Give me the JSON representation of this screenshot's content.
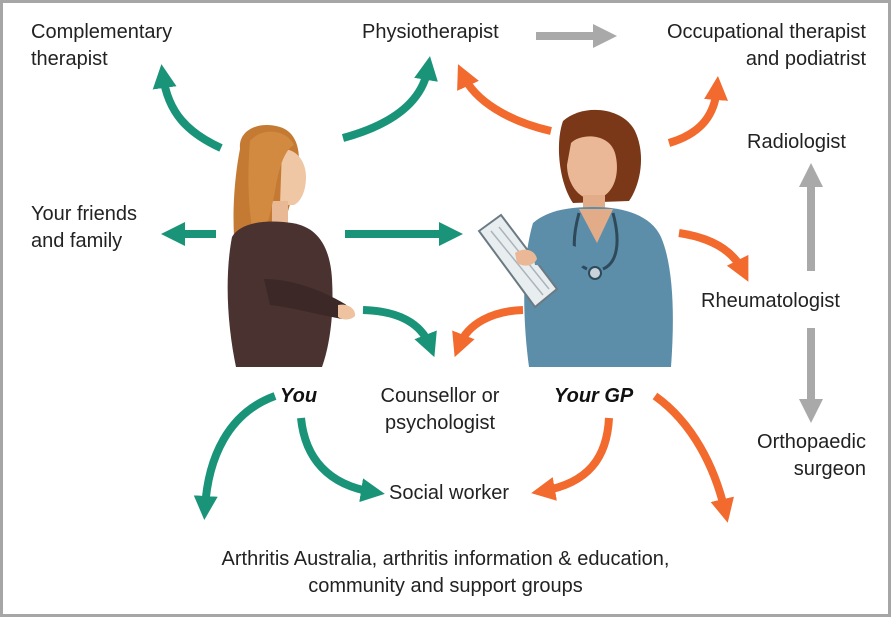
{
  "labels": {
    "complementary": "Complementary\ntherapist",
    "physio": "Physiotherapist",
    "occupational": "Occupational therapist\nand podiatrist",
    "radiologist": "Radiologist",
    "friends": "Your friends\nand family",
    "rheumatologist": "Rheumatologist",
    "counsellor": "Counsellor or\npsychologist",
    "you": "You",
    "gp": "Your GP",
    "orthopaedic": "Orthopaedic\nsurgeon",
    "social": "Social worker",
    "arthritis": "Arthritis Australia, arthritis information & education,\ncommunity and support groups"
  },
  "colors": {
    "patient_arrows": "#1a9479",
    "gp_arrows": "#f26a2d",
    "specialist_arrows": "#a9a9a9",
    "border": "#a6a6a6"
  },
  "figures": {
    "patient": "woman-with-crossed-arms",
    "gp": "doctor-with-clipboard"
  }
}
